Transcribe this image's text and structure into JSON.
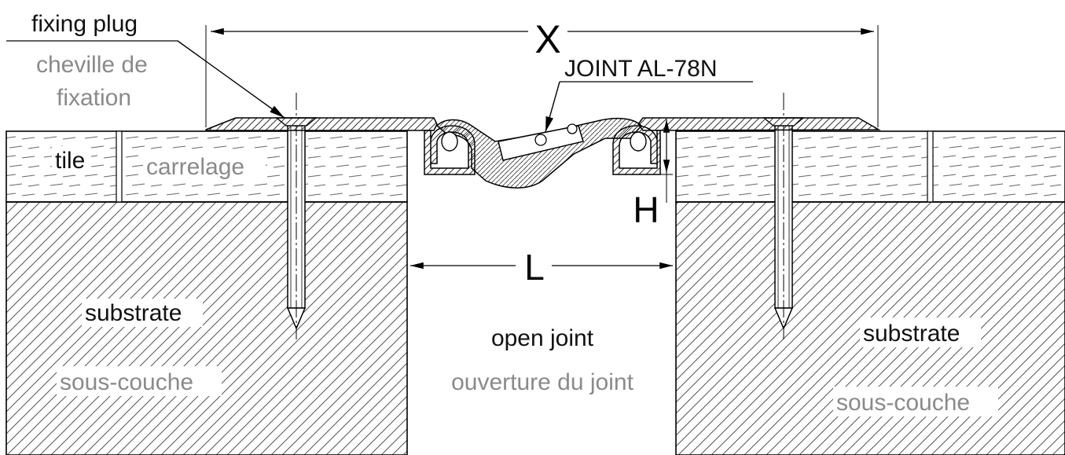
{
  "labels": {
    "fixing_plug_en": "fixing plug",
    "fixing_plug_fr_line1": "cheville de",
    "fixing_plug_fr_line2": "fixation",
    "joint_name": "JOINT AL-78N",
    "tile_en": "tile",
    "tile_fr": "carrelage",
    "substrate_left_en": "substrate",
    "substrate_left_fr": "sous-couche",
    "substrate_right_en": "substrate",
    "substrate_right_fr": "sous-couche",
    "open_joint_en": "open joint",
    "open_joint_fr": "ouverture du joint"
  },
  "dimensions": {
    "width_symbol": "X",
    "height_symbol": "H",
    "gap_symbol": "L"
  },
  "colors": {
    "line": "#000000",
    "english_text": "#111111",
    "french_text": "#8a8a8a"
  }
}
